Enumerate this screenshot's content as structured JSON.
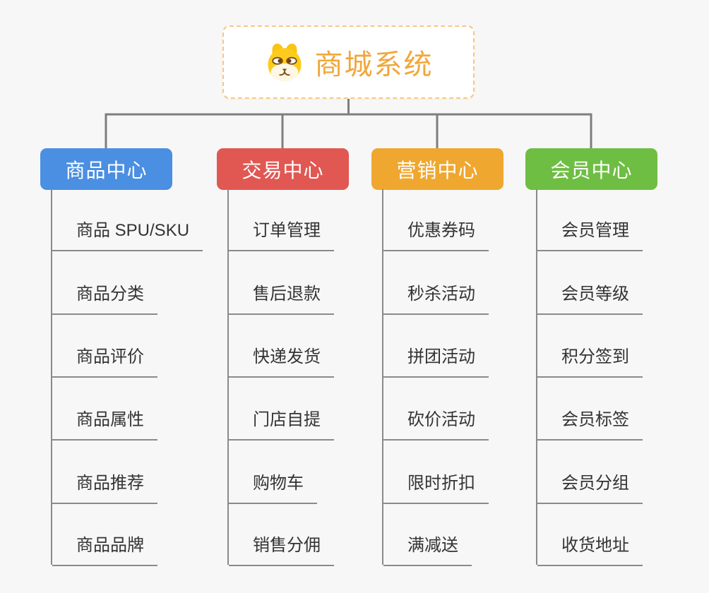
{
  "root": {
    "title": "商城系统",
    "icon": "shiba-dog-icon",
    "title_color": "#F1A73B",
    "border_color": "#F6C883"
  },
  "connector_color": "#7E7E7E",
  "leaf_line_color": "#8A8A8A",
  "branches": [
    {
      "label": "商品中心",
      "color": "#4B8FE2",
      "items": [
        "商品 SPU/SKU",
        "商品分类",
        "商品评价",
        "商品属性",
        "商品推荐",
        "商品品牌"
      ]
    },
    {
      "label": "交易中心",
      "color": "#E15752",
      "items": [
        "订单管理",
        "售后退款",
        "快递发货",
        "门店自提",
        "购物车",
        "销售分佣"
      ]
    },
    {
      "label": "营销中心",
      "color": "#EFA72F",
      "items": [
        "优惠券码",
        "秒杀活动",
        "拼团活动",
        "砍价活动",
        "限时折扣",
        "满减送"
      ]
    },
    {
      "label": "会员中心",
      "color": "#6FBE44",
      "items": [
        "会员管理",
        "会员等级",
        "积分签到",
        "会员标签",
        "会员分组",
        "收货地址"
      ]
    }
  ]
}
